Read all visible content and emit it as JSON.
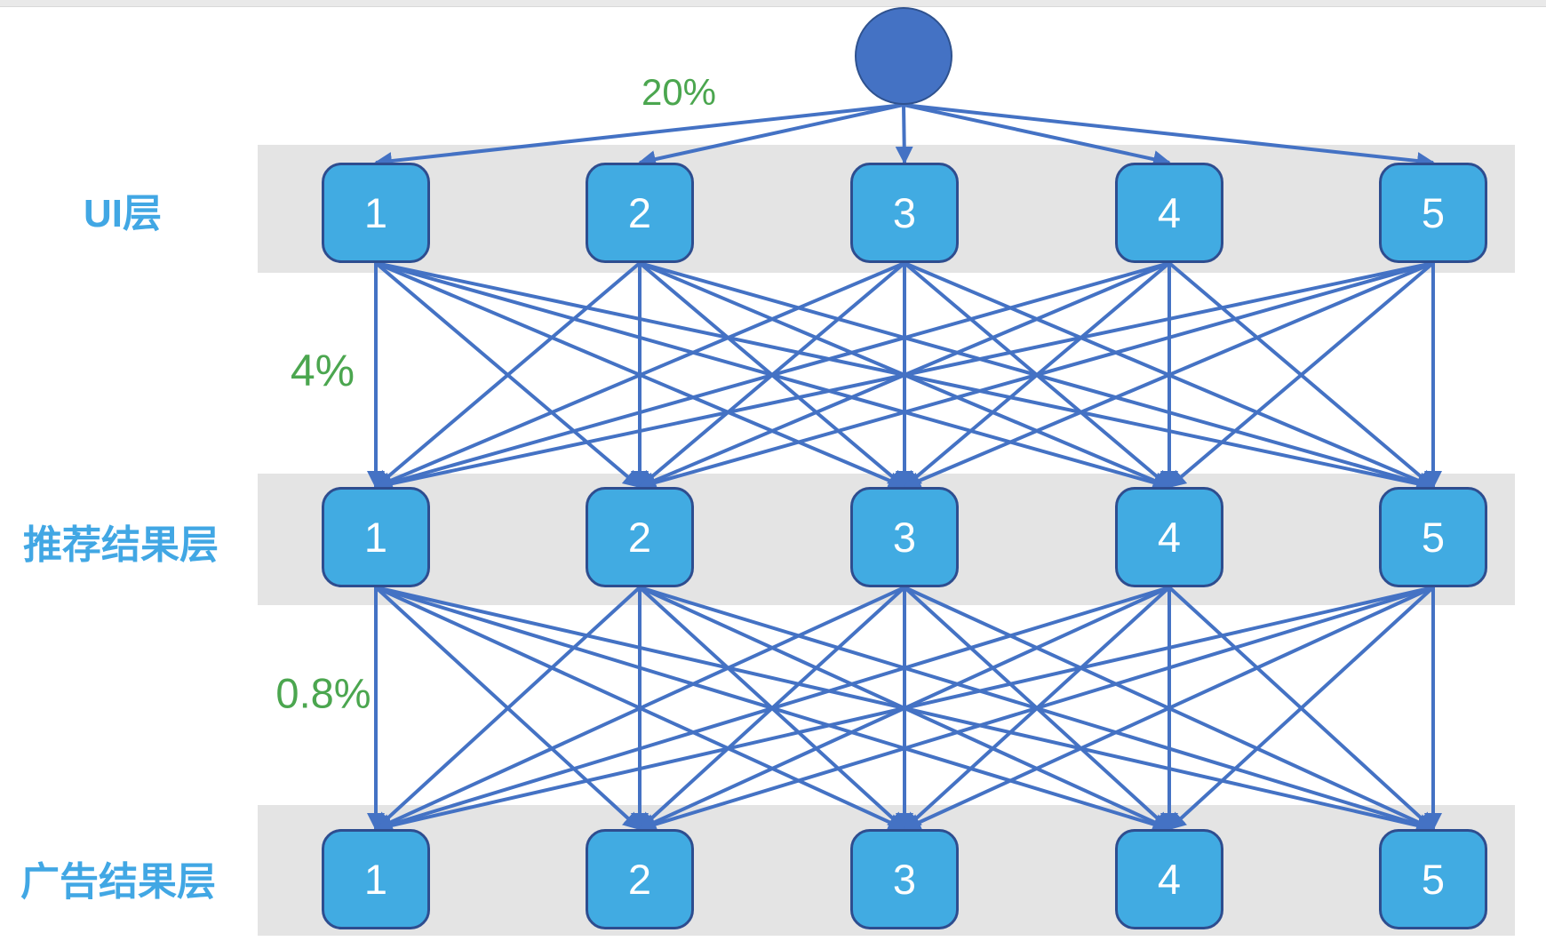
{
  "diagram": {
    "root_node": {
      "id": "root",
      "label": ""
    },
    "rates": [
      {
        "id": "root-to-ui",
        "text": "20%"
      },
      {
        "id": "ui-to-recommend",
        "text": "4%"
      },
      {
        "id": "recommend-to-ads",
        "text": "0.8%"
      }
    ],
    "layers": [
      {
        "id": "ui",
        "label": "UI层",
        "nodes": [
          "1",
          "2",
          "3",
          "4",
          "5"
        ]
      },
      {
        "id": "recommend",
        "label": "推荐结果层",
        "nodes": [
          "1",
          "2",
          "3",
          "4",
          "5"
        ]
      },
      {
        "id": "ads",
        "label": "广告结果层",
        "nodes": [
          "1",
          "2",
          "3",
          "4",
          "5"
        ]
      }
    ],
    "colors": {
      "edge": "#4472C4",
      "node_fill": "#41ABE2",
      "node_border": "#2E4D8F",
      "root_fill": "#4472C4",
      "root_border": "#2F528F",
      "band": "#E4E4E4",
      "layer_label": "#41A7E4",
      "rate_label": "#4BA64F",
      "top_bar": "#E9E9E9"
    }
  }
}
